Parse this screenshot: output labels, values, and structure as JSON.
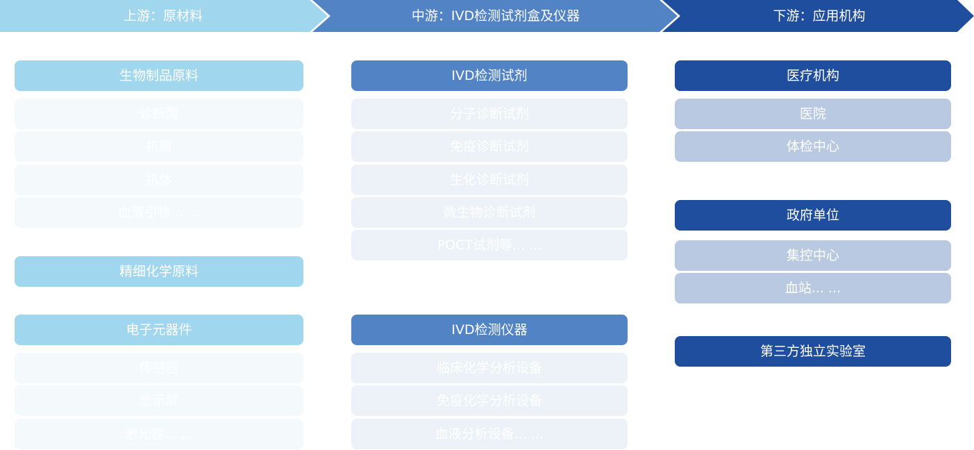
{
  "stages": [
    {
      "label": "上游：原材料",
      "color": "#a0d6ee"
    },
    {
      "label": "中游：IVD检测试剂盒及仪器",
      "color": "#5283c5"
    },
    {
      "label": "下游：应用机构",
      "color": "#1f4e9e"
    }
  ],
  "upstream": {
    "bio": {
      "title": "生物制品原料",
      "items": [
        "诊断酶",
        "抗原",
        "抗体",
        "血清引物... ..."
      ]
    },
    "chem": {
      "title": "精细化学原料"
    },
    "elec": {
      "title": "电子元器件",
      "items": [
        "传感器",
        "显示屏",
        "激光器... ..."
      ]
    }
  },
  "midstream": {
    "reagents": {
      "title": "IVD检测试剂",
      "items": [
        "分子诊断试剂",
        "免疫诊断试剂",
        "生化诊断试剂",
        "微生物诊断试剂",
        "POCT试剂等... ..."
      ]
    },
    "instruments": {
      "title": "IVD检测仪器",
      "items": [
        "临床化学分析设备",
        "免疫化学分析设备",
        "血液分析设备... ..."
      ]
    }
  },
  "downstream": {
    "medical": {
      "title": "医疗机构",
      "items": [
        "医院",
        "体检中心"
      ]
    },
    "gov": {
      "title": "政府单位",
      "items": [
        "集控中心",
        "血站... ..."
      ]
    },
    "lab": {
      "title": "第三方独立实验室"
    }
  }
}
